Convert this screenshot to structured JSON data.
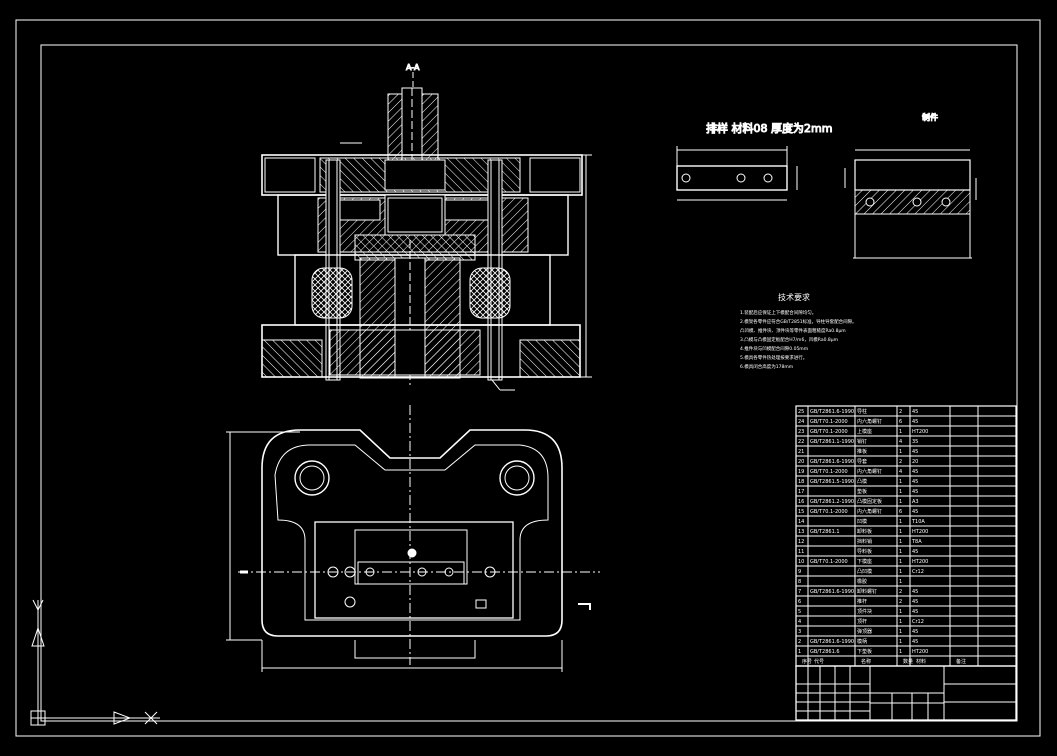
{
  "view_label": "A-A",
  "blank_title": "排样 材料08 厚度为2mm",
  "part_title": "制件",
  "tech_requirements_title": "技术要求",
  "tech_requirements": [
    "1.装配后应保证上下模配合间隙均匀。",
    "2.模架各零件应符合GB/T2851标准，导柱导套配合间隙。",
    "  凸凹模、推件块、顶件块等零件表面粗糙度Ra0.8μm",
    "3.凸模与凸模固定板配合H7/m6，凹模Ra0.8μm",
    "4.推件块与凹模配合间隙0.05mm",
    "5.模具各零件热处理按要求进行。",
    "6.模具闭合高度为178mm"
  ],
  "bom_rows": [
    [
      "25",
      "GB/T2861.6-1990",
      "导柱",
      "2",
      "45",
      ""
    ],
    [
      "24",
      "GB/T70.1-2000",
      "内六角螺钉",
      "6",
      "45",
      ""
    ],
    [
      "23",
      "GB/T70.1-2000",
      "上模座",
      "1",
      "HT200",
      ""
    ],
    [
      "22",
      "GB/T2861.1-1990",
      "销钉",
      "4",
      "35",
      ""
    ],
    [
      "21",
      "",
      "推板",
      "1",
      "45",
      ""
    ],
    [
      "20",
      "GB/T2861.6-1990",
      "导套",
      "2",
      "20",
      ""
    ],
    [
      "19",
      "GB/T70.1-2000",
      "内六角螺钉",
      "4",
      "45",
      ""
    ],
    [
      "18",
      "GB/T2861.5-1990",
      "凸模",
      "1",
      "45",
      ""
    ],
    [
      "17",
      "",
      "垫板",
      "1",
      "45",
      ""
    ],
    [
      "16",
      "GB/T2861.2-1990",
      "凸模固定板",
      "1",
      "A3",
      ""
    ],
    [
      "15",
      "GB/T70.1-2000",
      "内六角螺钉",
      "6",
      "45",
      ""
    ],
    [
      "14",
      "",
      "凹模",
      "1",
      "T10A",
      ""
    ],
    [
      "13",
      "GB/T2861.1",
      "卸料板",
      "1",
      "HT200",
      ""
    ],
    [
      "12",
      "",
      "挡料销",
      "1",
      "T8A",
      ""
    ],
    [
      "11",
      "",
      "导料板",
      "1",
      "45",
      ""
    ],
    [
      "10",
      "GB/T70.1-2000",
      "下模座",
      "1",
      "HT200",
      ""
    ],
    [
      "9",
      "",
      "凸凹模",
      "1",
      "Cr12",
      ""
    ],
    [
      "8",
      "",
      "橡胶",
      "1",
      "",
      ""
    ],
    [
      "7",
      "GB/T2861.6-1990",
      "卸料螺钉",
      "2",
      "45",
      ""
    ],
    [
      "6",
      "",
      "推杆",
      "2",
      "45",
      ""
    ],
    [
      "5",
      "",
      "顶件块",
      "1",
      "45",
      ""
    ],
    [
      "4",
      "",
      "顶杆",
      "1",
      "Cr12",
      ""
    ],
    [
      "3",
      "",
      "弹顶器",
      "1",
      "45",
      ""
    ],
    [
      "2",
      "GB/T2861.6-1990",
      "模柄",
      "1",
      "45",
      ""
    ],
    [
      "1",
      "GB/T2861.6",
      "下垫板",
      "1",
      "HT200",
      ""
    ]
  ],
  "bom_header": [
    "序号",
    "代号",
    "名称",
    "数量",
    "材料",
    "备注"
  ],
  "bom_note_1": "",
  "bom_note_2": ""
}
